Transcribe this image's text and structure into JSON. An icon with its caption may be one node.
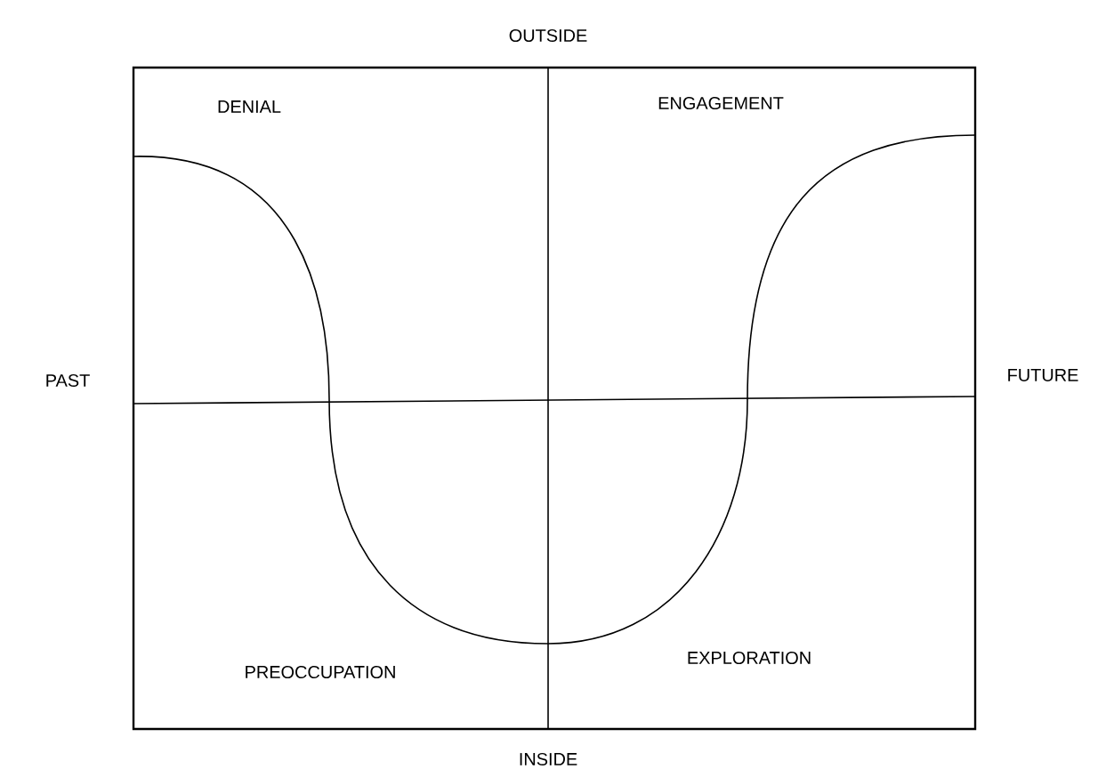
{
  "diagram": {
    "labels": [
      "OUTSIDE",
      "DENIAL",
      "ENGAGEMENT",
      "PAST",
      "FUTURE",
      "PREOCCUPATION",
      "EXPLORATION",
      "INSIDE"
    ]
  }
}
